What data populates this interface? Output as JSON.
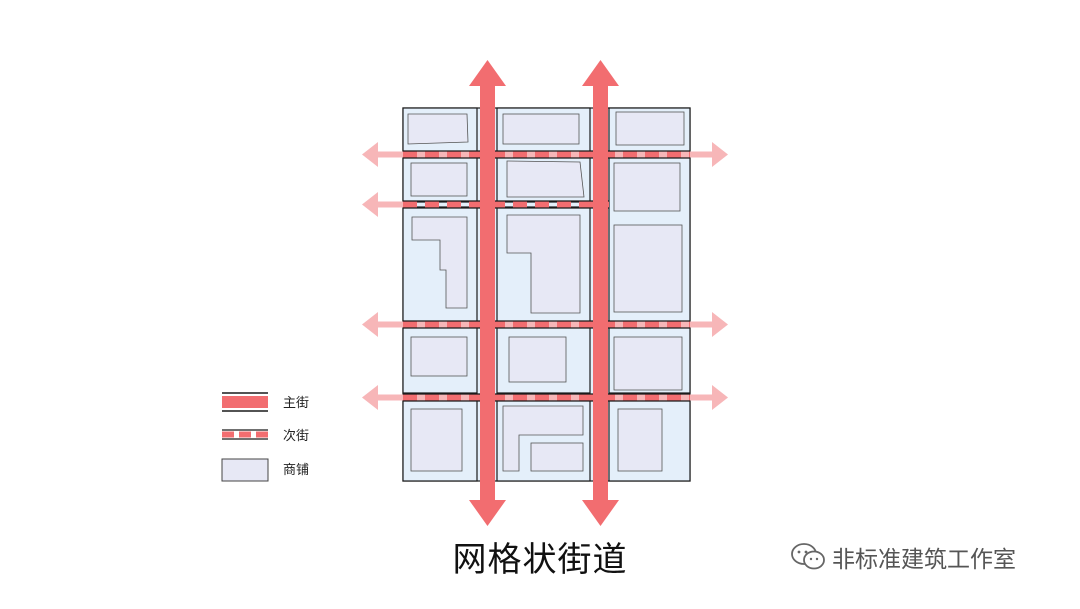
{
  "caption": "网格状街道",
  "legend": {
    "main_street": "主街",
    "secondary_street": "次街",
    "shop": "商铺"
  },
  "watermark": "非标准建筑工作室",
  "colors": {
    "main_street": "#f26d70",
    "secondary_street": "#f4a7a8",
    "arrow_light": "#f7b6b8",
    "shop_fill": "#e7e8f5",
    "block_fill": "#e4effa",
    "outline": "#1a1a1a"
  }
}
